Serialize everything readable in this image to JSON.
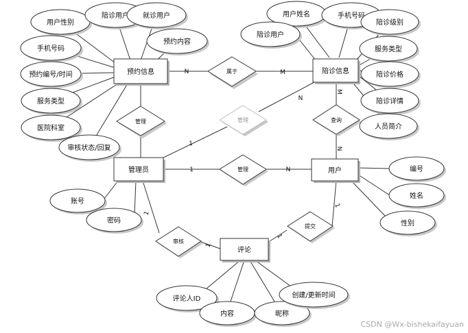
{
  "entities": {
    "booking": "预约信息",
    "companion": "陪诊信息",
    "admin": "管理员",
    "user": "用户",
    "review": "评论"
  },
  "relations": {
    "belongs": "属于",
    "manage_booking": "管理",
    "manage_companion": "管理",
    "manage_user": "管理",
    "query": "查询",
    "audit": "审核",
    "submit": "提交"
  },
  "attributes": {
    "booking": [
      "用户性别",
      "陪诊用户",
      "就诊用户",
      "预约内容",
      "手机号码",
      "预约编号/时间",
      "服务类型",
      "医院科室",
      "审核状态/回复"
    ],
    "companion": [
      "用户姓名",
      "手机号码",
      "陪诊级别",
      "陪诊用户",
      "服务类型",
      "陪诊价格",
      "陪诊详情",
      "人员简介"
    ],
    "admin": [
      "账号",
      "密码"
    ],
    "user": [
      "编号",
      "姓名",
      "性别"
    ],
    "review": [
      "评论人ID",
      "内容",
      "昵称",
      "创建/更新时间"
    ]
  },
  "cardinalities": {
    "belongs_booking": "N",
    "belongs_companion": "M",
    "manage_companion_admin": "1",
    "manage_companion_companion": "N",
    "query_companion": "M",
    "query_user": "N",
    "manage_user_admin": "1",
    "manage_user_user": "N",
    "audit_admin": "1",
    "audit_review": "1",
    "submit_user": "1",
    "submit_review": "1"
  },
  "watermark": "CSDN @Wx-bishekaifayuan"
}
